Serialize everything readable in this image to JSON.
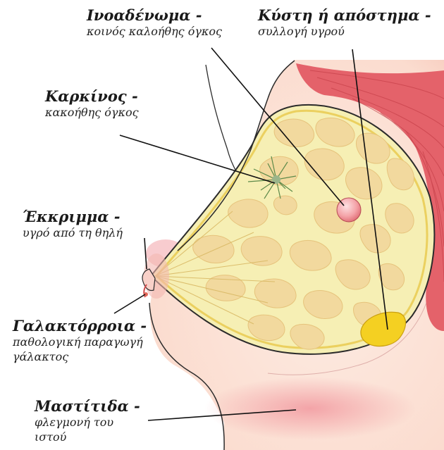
{
  "labels": {
    "fibroadenoma": {
      "title": "Ινοαδένωμα -",
      "desc": "κοινός καλοήθης όγκος"
    },
    "cyst": {
      "title": "Κύστη ή απόστημα -",
      "desc": "συλλογή υγρού"
    },
    "carcinoma": {
      "title": "Καρκίνος -",
      "desc": "κακοήθης όγκος"
    },
    "discharge": {
      "title": "Έκκριμμα -",
      "desc": "υγρό από τη θηλή"
    },
    "galactorrhea": {
      "title": "Γαλακτόρροια -",
      "desc_line1": "παθολογική παραγωγή",
      "desc_line2": "γάλακτος"
    },
    "mastitis": {
      "title": "Μαστίτιδα -",
      "desc_line1": "φλεγμονή του",
      "desc_line2": "ιστού"
    }
  },
  "colors": {
    "skin": "#fde8de",
    "muscle": "#e35a62",
    "gland": "#f7f0b8",
    "lobule": "#f3dca2",
    "outline": "#2b2b2b",
    "leader": "#111111",
    "nodule": "#f19aa0",
    "cyst_fill": "#f4d020",
    "inflamed": "#f2a3a8"
  }
}
